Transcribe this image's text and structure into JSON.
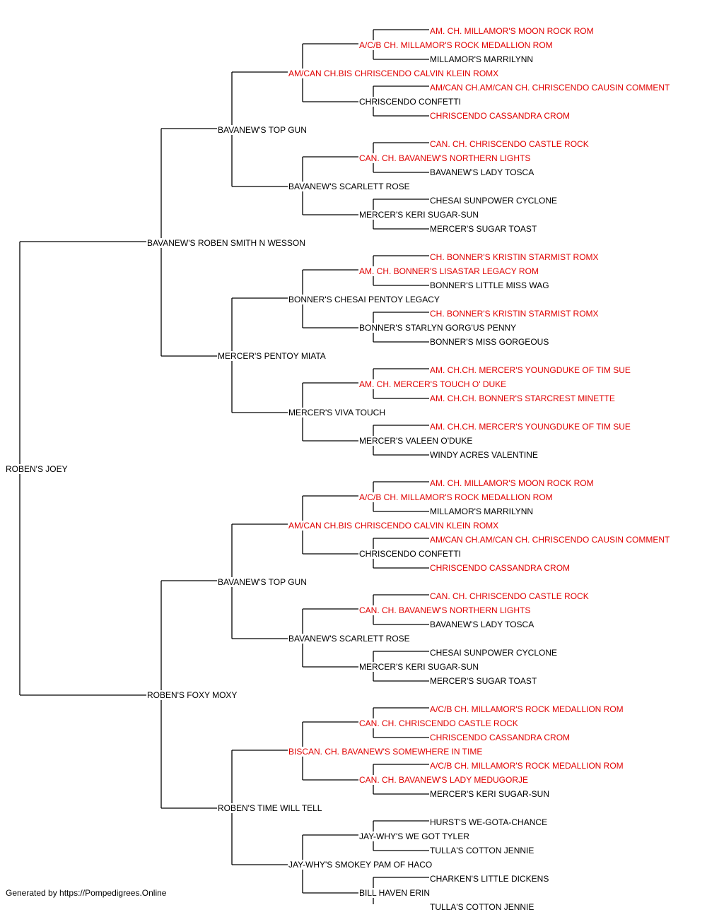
{
  "colors": {
    "champion": "#e00000",
    "regular": "#000000",
    "lines": "#000000"
  },
  "footer": "Generated by https://Pompedigrees.Online",
  "pedigree": {
    "name": "ROBEN'S JOEY",
    "champion": false,
    "sire": {
      "name": "BAVANEW'S ROBEN SMITH N WESSON",
      "champion": false,
      "sire": {
        "name": "BAVANEW'S TOP GUN",
        "champion": false,
        "sire": {
          "name": "AM/CAN CH.BIS CHRISCENDO CALVIN KLEIN ROMX",
          "champion": true,
          "sire": {
            "name": "A/C/B CH. MILLAMOR'S ROCK MEDALLION ROM",
            "champion": true,
            "sire": {
              "name": "AM. CH. MILLAMOR'S MOON ROCK ROM",
              "champion": true
            },
            "dam": {
              "name": "MILLAMOR'S MARRILYNN",
              "champion": false
            }
          },
          "dam": {
            "name": "CHRISCENDO CONFETTI",
            "champion": false,
            "sire": {
              "name": "AM/CAN CH.AM/CAN CH. CHRISCENDO CAUSIN COMMENT",
              "champion": true
            },
            "dam": {
              "name": "CHRISCENDO CASSANDRA CROM",
              "champion": true
            }
          }
        },
        "dam": {
          "name": "BAVANEW'S SCARLETT ROSE",
          "champion": false,
          "sire": {
            "name": "CAN. CH. BAVANEW'S NORTHERN LIGHTS",
            "champion": true,
            "sire": {
              "name": "CAN. CH. CHRISCENDO CASTLE ROCK",
              "champion": true
            },
            "dam": {
              "name": "BAVANEW'S LADY TOSCA",
              "champion": false
            }
          },
          "dam": {
            "name": "MERCER'S KERI SUGAR-SUN",
            "champion": false,
            "sire": {
              "name": "CHESAI SUNPOWER CYCLONE",
              "champion": false
            },
            "dam": {
              "name": "MERCER'S SUGAR TOAST",
              "champion": false
            }
          }
        }
      },
      "dam": {
        "name": "MERCER'S PENTOY MIATA",
        "champion": false,
        "sire": {
          "name": "BONNER'S CHESAI PENTOY LEGACY",
          "champion": false,
          "sire": {
            "name": "AM. CH. BONNER'S LISASTAR LEGACY ROM",
            "champion": true,
            "sire": {
              "name": "CH. BONNER'S KRISTIN STARMIST ROMX",
              "champion": true
            },
            "dam": {
              "name": "BONNER'S LITTLE MISS WAG",
              "champion": false
            }
          },
          "dam": {
            "name": "BONNER'S STARLYN GORG'US PENNY",
            "champion": false,
            "sire": {
              "name": "CH. BONNER'S KRISTIN STARMIST ROMX",
              "champion": true
            },
            "dam": {
              "name": "BONNER'S MISS GORGEOUS",
              "champion": false
            }
          }
        },
        "dam": {
          "name": "MERCER'S VIVA TOUCH",
          "champion": false,
          "sire": {
            "name": "AM. CH. MERCER'S TOUCH O' DUKE",
            "champion": true,
            "sire": {
              "name": "AM. CH.CH. MERCER'S YOUNGDUKE OF TIM SUE",
              "champion": true
            },
            "dam": {
              "name": "AM. CH.CH. BONNER'S STARCREST MINETTE",
              "champion": true
            }
          },
          "dam": {
            "name": "MERCER'S VALEEN O'DUKE",
            "champion": false,
            "sire": {
              "name": "AM. CH.CH. MERCER'S YOUNGDUKE OF TIM SUE",
              "champion": true
            },
            "dam": {
              "name": "WINDY ACRES VALENTINE",
              "champion": false
            }
          }
        }
      }
    },
    "dam": {
      "name": "ROBEN'S FOXY MOXY",
      "champion": false,
      "sire": {
        "name": "BAVANEW'S TOP GUN",
        "champion": false,
        "sire": {
          "name": "AM/CAN CH.BIS CHRISCENDO CALVIN KLEIN ROMX",
          "champion": true,
          "sire": {
            "name": "A/C/B CH. MILLAMOR'S ROCK MEDALLION ROM",
            "champion": true,
            "sire": {
              "name": "AM. CH. MILLAMOR'S MOON ROCK ROM",
              "champion": true
            },
            "dam": {
              "name": "MILLAMOR'S MARRILYNN",
              "champion": false
            }
          },
          "dam": {
            "name": "CHRISCENDO CONFETTI",
            "champion": false,
            "sire": {
              "name": "AM/CAN CH.AM/CAN CH. CHRISCENDO CAUSIN COMMENT",
              "champion": true
            },
            "dam": {
              "name": "CHRISCENDO CASSANDRA CROM",
              "champion": true
            }
          }
        },
        "dam": {
          "name": "BAVANEW'S SCARLETT ROSE",
          "champion": false,
          "sire": {
            "name": "CAN. CH. BAVANEW'S NORTHERN LIGHTS",
            "champion": true,
            "sire": {
              "name": "CAN. CH. CHRISCENDO CASTLE ROCK",
              "champion": true
            },
            "dam": {
              "name": "BAVANEW'S LADY TOSCA",
              "champion": false
            }
          },
          "dam": {
            "name": "MERCER'S KERI SUGAR-SUN",
            "champion": false,
            "sire": {
              "name": "CHESAI SUNPOWER CYCLONE",
              "champion": false
            },
            "dam": {
              "name": "MERCER'S SUGAR TOAST",
              "champion": false
            }
          }
        }
      },
      "dam": {
        "name": "ROBEN'S TIME WILL TELL",
        "champion": false,
        "sire": {
          "name": "BISCAN. CH. BAVANEW'S SOMEWHERE IN TIME",
          "champion": true,
          "sire": {
            "name": "CAN. CH. CHRISCENDO CASTLE ROCK",
            "champion": true,
            "sire": {
              "name": "A/C/B CH. MILLAMOR'S ROCK MEDALLION ROM",
              "champion": true
            },
            "dam": {
              "name": "CHRISCENDO CASSANDRA CROM",
              "champion": true
            }
          },
          "dam": {
            "name": "CAN. CH. BAVANEW'S LADY MEDUGORJE",
            "champion": true,
            "sire": {
              "name": "A/C/B CH. MILLAMOR'S ROCK MEDALLION ROM",
              "champion": true
            },
            "dam": {
              "name": "MERCER'S KERI SUGAR-SUN",
              "champion": false
            }
          }
        },
        "dam": {
          "name": "JAY-WHY'S SMOKEY PAM OF HACO",
          "champion": false,
          "sire": {
            "name": "JAY-WHY'S WE GOT TYLER",
            "champion": false,
            "sire": {
              "name": "HURST'S WE-GOTA-CHANCE",
              "champion": false
            },
            "dam": {
              "name": "TULLA'S COTTON JENNIE",
              "champion": false
            }
          },
          "dam": {
            "name": "BILL HAVEN ERIN",
            "champion": false,
            "sire": {
              "name": "CHARKEN'S LITTLE DICKENS",
              "champion": false
            },
            "dam": {
              "name": "TULLA'S COTTON JENNIE",
              "champion": false
            }
          }
        }
      }
    }
  }
}
